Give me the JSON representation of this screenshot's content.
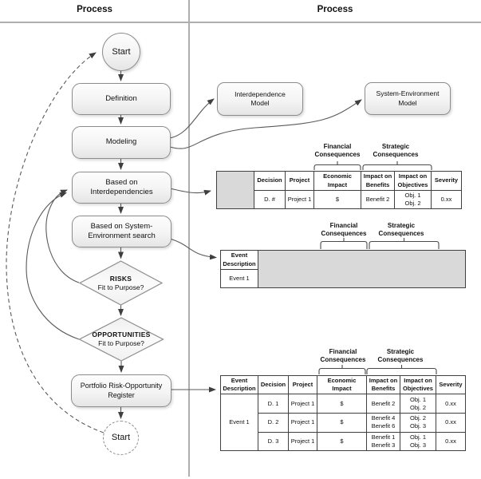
{
  "header": {
    "left_lane_title": "Process",
    "right_lane_title": "Process"
  },
  "flowchart": {
    "start_top": "Start",
    "definition": "Definition",
    "modeling": "Modeling",
    "based_on_interdependencies": "Based on\nInterdependencies",
    "based_on_system_environment": "Based on System-\nEnvironment search",
    "risks_title": "RISKS",
    "risks_question": "Fit to Purpose?",
    "opportunities_title": "OPPORTUNITIES",
    "opportunities_question": "Fit to Purpose?",
    "portfolio_register": "Portfolio Risk-Opportunity\nRegister",
    "start_bottom": "Start"
  },
  "models": {
    "interdependence": "Interdependence\nModel",
    "system_environment": "System-Environment\nModel"
  },
  "consequence_labels": {
    "financial": "Financial\nConsequences",
    "strategic": "Strategic\nConsequences"
  },
  "decision_table": {
    "headers": [
      "Decision",
      "Project",
      "Economic\nImpact",
      "Impact on\nBenefits",
      "Impact on\nObjectives",
      "Severity"
    ],
    "row": [
      "D. #",
      "Project 1",
      "$",
      "Benefit 2",
      "Obj. 1\nObj. 2",
      "0.xx"
    ]
  },
  "event_table": {
    "header": "Event\nDescription",
    "row": "Event 1"
  },
  "register_table": {
    "headers": [
      "Event\nDescription",
      "Decision",
      "Project",
      "Economic\nImpact",
      "Impact on\nBenefits",
      "Impact on\nObjectives",
      "Severity"
    ],
    "rows": [
      [
        "Event 1",
        "D. 1",
        "Project 1",
        "$",
        "Benefit 2",
        "Obj. 1\nObj. 2",
        "0.xx"
      ],
      [
        "D. 2",
        "Project 1",
        "$",
        "Benefit 4\nBenefit 6",
        "Obj. 2\nObj. 3",
        "0.xx"
      ],
      [
        "D. 3",
        "Project 1",
        "$",
        "Benefit 1\nBenefit 3",
        "Obj. 1\nObj. 3",
        "0.xx"
      ]
    ]
  },
  "colors": {
    "shaded_cell": "#d9d9d9",
    "line_gray": "#aeaeae",
    "connector": "#5a5a5a"
  }
}
